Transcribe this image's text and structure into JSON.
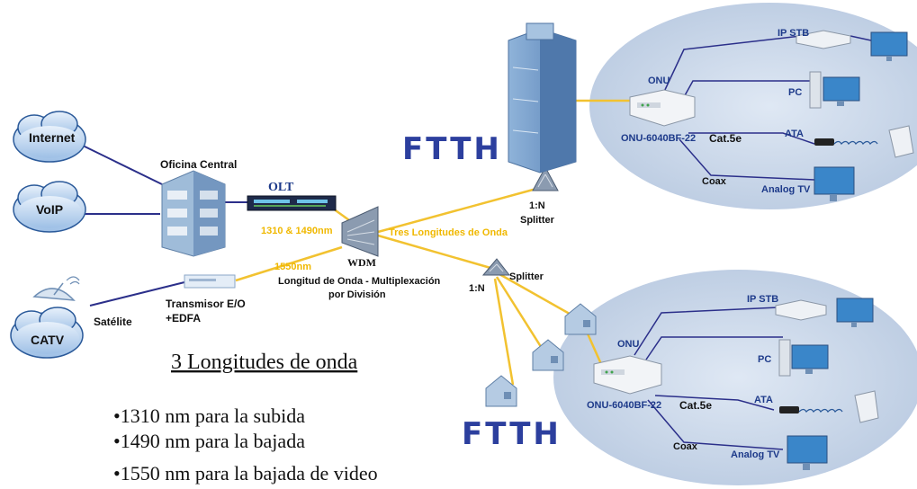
{
  "clouds": {
    "internet": "Internet",
    "voip": "VoIP",
    "catv": "CATV"
  },
  "central": {
    "office": "Oficina Central",
    "olt": "OLT",
    "transmitter_line1": "Transmisor E/O",
    "transmitter_line2": "+EDFA",
    "satellite": "Satélite"
  },
  "wdm": {
    "label": "WDM",
    "wl_1310_1490": "1310 & 1490nm",
    "wl_1550": "1550nm",
    "desc_line1": "Longitud de Onda - Multiplexación",
    "desc_line2": "por División",
    "three_wl": "Tres Longitudes de Onda"
  },
  "splitters": {
    "top_ratio": "1:N",
    "top_label": "Splitter",
    "bottom_ratio": "1:N",
    "bottom_label": "Splitter"
  },
  "ftth": {
    "top": "FTTH",
    "bottom": "FTTH"
  },
  "home_top": {
    "onu": "ONU",
    "model": "ONU-6040BF-22",
    "cable": "Cat.5e",
    "coax": "Coax",
    "ip_stb": "IP STB",
    "pc": "PC",
    "ata": "ATA",
    "analog_tv": "Analog TV"
  },
  "home_bottom": {
    "onu": "ONU",
    "model": "ONU-6040BF-22",
    "cable": "Cat.5e",
    "coax": "Coax",
    "ip_stb": "IP STB",
    "pc": "PC",
    "ata": "ATA",
    "analog_tv": "Analog TV"
  },
  "legend": {
    "title": "3 Longitudes de onda",
    "bullets": [
      "•1310 nm para la subida",
      "•1490 nm para la bajada",
      "•1550 nm para la bajada de video"
    ]
  },
  "colors": {
    "fiber": "#f2c230",
    "link": "#2b2f8a",
    "ftth": "#2c3f9e",
    "ellipse": "#c9d7ea"
  }
}
